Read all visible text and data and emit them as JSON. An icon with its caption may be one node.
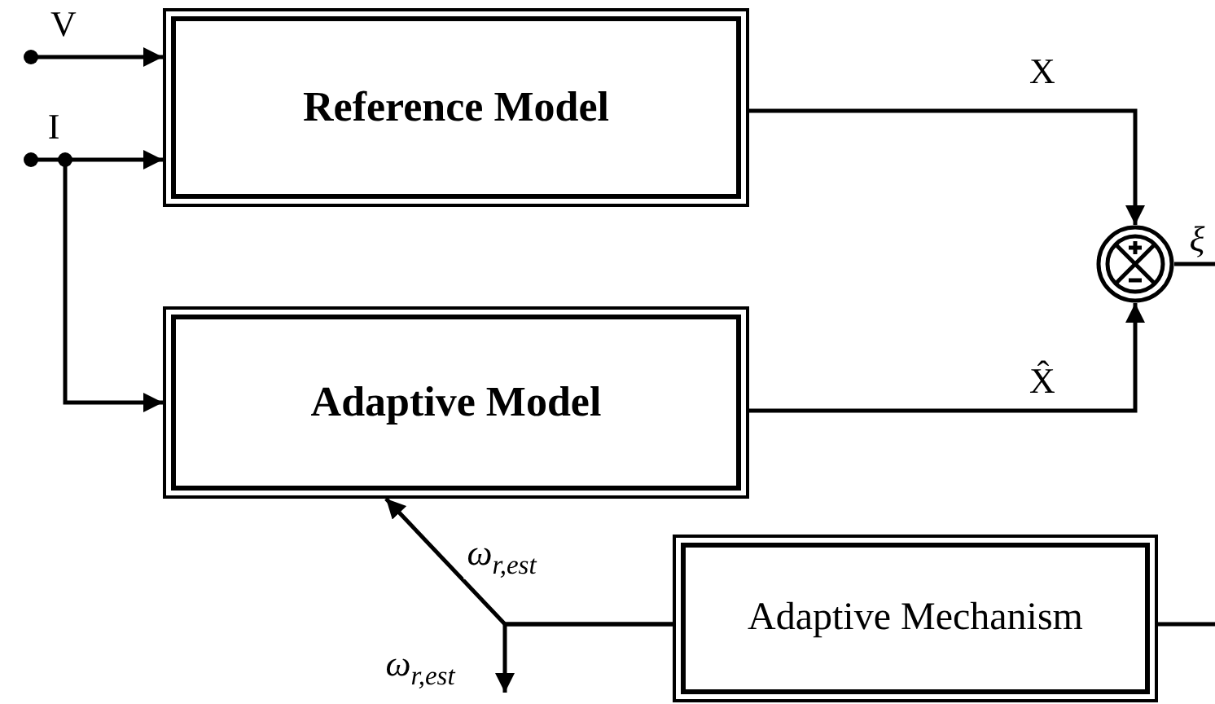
{
  "diagram": {
    "nodes": [
      {
        "text": [
          "Reference Model"
        ]
      },
      {
        "text": [
          "Adaptive Model"
        ]
      },
      {
        "text": [],
        "shape": "circle"
      },
      {
        "text": [
          "Adaptive Mechanism"
        ]
      }
    ],
    "edges": [
      {
        "from": null,
        "to": 0,
        "arrow": "to",
        "label": "V"
      },
      {
        "from": null,
        "to": 0,
        "arrow": "to",
        "label": "I"
      },
      {
        "from": null,
        "to": 1,
        "arrow": "to"
      },
      {
        "from": 0,
        "to": 2,
        "arrow": "to",
        "label": "X"
      },
      {
        "from": 1,
        "to": 2,
        "arrow": "to",
        "label": "X̂"
      },
      {
        "from": 2,
        "to": null,
        "arrow": "none",
        "label": "ξ"
      },
      {
        "from": null,
        "to": 3,
        "arrow": "none"
      },
      {
        "from": 3,
        "to": 1,
        "arrow": "to",
        "label": "ω$_{r,est}$"
      },
      {
        "from": 3,
        "to": null,
        "arrow": "to",
        "label": "ω$_{r,est}$"
      }
    ]
  }
}
